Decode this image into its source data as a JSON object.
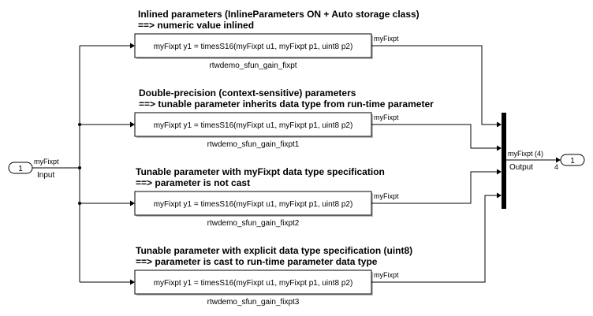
{
  "diagram": {
    "inport": {
      "number": "1",
      "name": "Input",
      "signal": "myFixpt"
    },
    "outport": {
      "number": "1",
      "name": "Output",
      "signal": "myFixpt (4)",
      "width": "4"
    },
    "blocks": [
      {
        "annotation_line1": "Inlined parameters (InlineParameters ON + Auto storage class)",
        "annotation_line2": "==> numeric value inlined",
        "function": "myFixpt y1 = timesS16(myFixpt u1, myFixpt p1, uint8 p2)",
        "name": "rtwdemo_sfun_gain_fixpt",
        "output_signal": "myFixpt"
      },
      {
        "annotation_line1": "Double-precision (context-sensitive) parameters",
        "annotation_line2": "==> tunable parameter inherits data type from run-time parameter",
        "function": "myFixpt y1 = timesS16(myFixpt u1, myFixpt p1, uint8 p2)",
        "name": "rtwdemo_sfun_gain_fixpt1",
        "output_signal": "myFixpt"
      },
      {
        "annotation_line1": "Tunable parameter with myFixpt data type specification",
        "annotation_line2": "==> parameter is not cast",
        "function": "myFixpt y1 = timesS16(myFixpt u1, myFixpt p1, uint8 p2)",
        "name": "rtwdemo_sfun_gain_fixpt2",
        "output_signal": "myFixpt"
      },
      {
        "annotation_line1": "Tunable parameter with explicit data type specification (uint8)",
        "annotation_line2": "==> parameter is cast to run-time parameter data type",
        "function": "myFixpt y1 = timesS16(myFixpt u1, myFixpt p1, uint8 p2)",
        "name": "rtwdemo_sfun_gain_fixpt3",
        "output_signal": "myFixpt"
      }
    ]
  }
}
